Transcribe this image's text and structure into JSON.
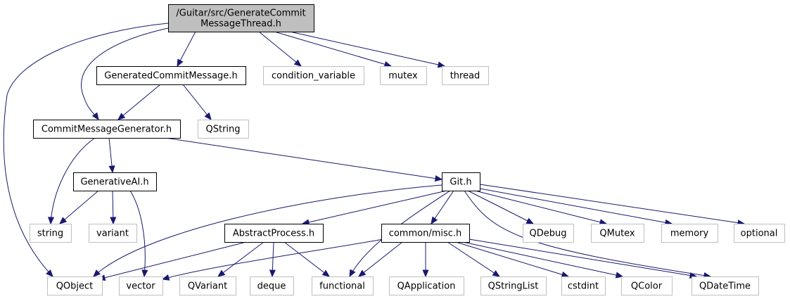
{
  "diagram": {
    "type": "include-dependency-graph",
    "colors": {
      "edge": "#191970",
      "focus_fill": "#bfbfbf",
      "focus_border": "#000000",
      "documented_border": "#000000",
      "external_border": "#bfbfbf",
      "label": "#000000"
    },
    "nodes": [
      {
        "id": "root",
        "lines": [
          "/Guitar/src/GenerateCommit",
          "MessageThread.h"
        ],
        "kind": "focus"
      },
      {
        "id": "generated_commit_message",
        "lines": [
          "GeneratedCommitMessage.h"
        ],
        "kind": "documented"
      },
      {
        "id": "condition_variable",
        "lines": [
          "condition_variable"
        ],
        "kind": "external"
      },
      {
        "id": "mutex",
        "lines": [
          "mutex"
        ],
        "kind": "external"
      },
      {
        "id": "thread",
        "lines": [
          "thread"
        ],
        "kind": "external"
      },
      {
        "id": "commit_message_generator",
        "lines": [
          "CommitMessageGenerator.h"
        ],
        "kind": "documented"
      },
      {
        "id": "qstring",
        "lines": [
          "QString"
        ],
        "kind": "external"
      },
      {
        "id": "generative_ai",
        "lines": [
          "GenerativeAI.h"
        ],
        "kind": "documented"
      },
      {
        "id": "git",
        "lines": [
          "Git.h"
        ],
        "kind": "documented"
      },
      {
        "id": "string",
        "lines": [
          "string"
        ],
        "kind": "external"
      },
      {
        "id": "variant",
        "lines": [
          "variant"
        ],
        "kind": "external"
      },
      {
        "id": "abstract_process",
        "lines": [
          "AbstractProcess.h"
        ],
        "kind": "documented"
      },
      {
        "id": "common_misc",
        "lines": [
          "common/misc.h"
        ],
        "kind": "documented"
      },
      {
        "id": "qdebug",
        "lines": [
          "QDebug"
        ],
        "kind": "external"
      },
      {
        "id": "qmutex",
        "lines": [
          "QMutex"
        ],
        "kind": "external"
      },
      {
        "id": "memory",
        "lines": [
          "memory"
        ],
        "kind": "external"
      },
      {
        "id": "optional",
        "lines": [
          "optional"
        ],
        "kind": "external"
      },
      {
        "id": "qobject",
        "lines": [
          "QObject"
        ],
        "kind": "external"
      },
      {
        "id": "vector",
        "lines": [
          "vector"
        ],
        "kind": "external"
      },
      {
        "id": "qvariant",
        "lines": [
          "QVariant"
        ],
        "kind": "external"
      },
      {
        "id": "deque",
        "lines": [
          "deque"
        ],
        "kind": "external"
      },
      {
        "id": "functional",
        "lines": [
          "functional"
        ],
        "kind": "external"
      },
      {
        "id": "qapplication",
        "lines": [
          "QApplication"
        ],
        "kind": "external"
      },
      {
        "id": "qstringlist",
        "lines": [
          "QStringList"
        ],
        "kind": "external"
      },
      {
        "id": "cstdint",
        "lines": [
          "cstdint"
        ],
        "kind": "external"
      },
      {
        "id": "qcolor",
        "lines": [
          "QColor"
        ],
        "kind": "external"
      },
      {
        "id": "qdatetime",
        "lines": [
          "QDateTime"
        ],
        "kind": "external"
      }
    ],
    "edges": [
      {
        "from": "root",
        "to": "generated_commit_message"
      },
      {
        "from": "root",
        "to": "condition_variable"
      },
      {
        "from": "root",
        "to": "mutex"
      },
      {
        "from": "root",
        "to": "thread"
      },
      {
        "from": "root",
        "to": "commit_message_generator"
      },
      {
        "from": "root",
        "to": "qobject"
      },
      {
        "from": "generated_commit_message",
        "to": "commit_message_generator"
      },
      {
        "from": "generated_commit_message",
        "to": "qstring"
      },
      {
        "from": "commit_message_generator",
        "to": "generative_ai"
      },
      {
        "from": "commit_message_generator",
        "to": "git"
      },
      {
        "from": "commit_message_generator",
        "to": "string"
      },
      {
        "from": "generative_ai",
        "to": "string"
      },
      {
        "from": "generative_ai",
        "to": "variant"
      },
      {
        "from": "generative_ai",
        "to": "vector"
      },
      {
        "from": "git",
        "to": "abstract_process"
      },
      {
        "from": "git",
        "to": "common_misc"
      },
      {
        "from": "git",
        "to": "qdebug"
      },
      {
        "from": "git",
        "to": "qmutex"
      },
      {
        "from": "git",
        "to": "memory"
      },
      {
        "from": "git",
        "to": "optional"
      },
      {
        "from": "git",
        "to": "qobject"
      },
      {
        "from": "git",
        "to": "functional"
      },
      {
        "from": "git",
        "to": "qdatetime"
      },
      {
        "from": "abstract_process",
        "to": "qobject"
      },
      {
        "from": "abstract_process",
        "to": "qvariant"
      },
      {
        "from": "abstract_process",
        "to": "deque"
      },
      {
        "from": "abstract_process",
        "to": "functional"
      },
      {
        "from": "common_misc",
        "to": "vector"
      },
      {
        "from": "common_misc",
        "to": "functional"
      },
      {
        "from": "common_misc",
        "to": "qapplication"
      },
      {
        "from": "common_misc",
        "to": "qstringlist"
      },
      {
        "from": "common_misc",
        "to": "cstdint"
      },
      {
        "from": "common_misc",
        "to": "qcolor"
      },
      {
        "from": "common_misc",
        "to": "qdatetime"
      }
    ]
  }
}
